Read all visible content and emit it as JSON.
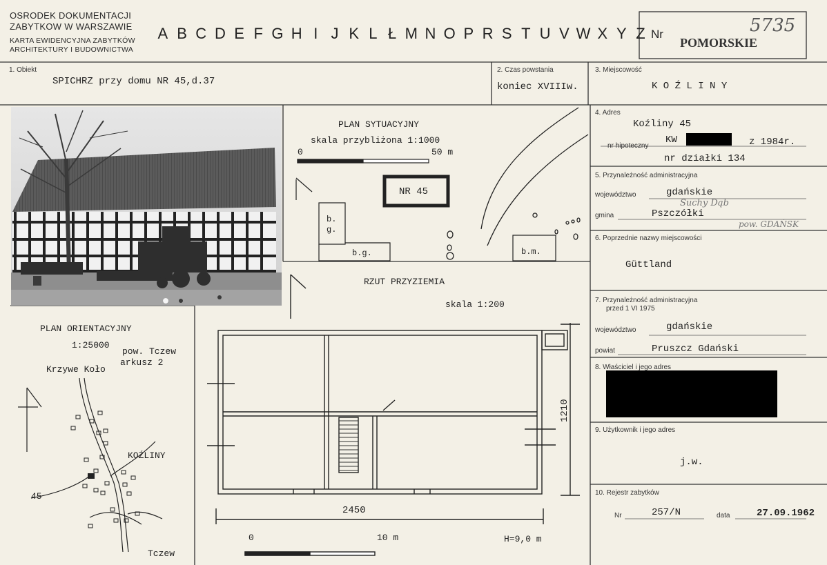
{
  "header": {
    "institution_line1": "OSRODEK DOKUMENTACJI",
    "institution_line2": "ZABYTKOW W WARSZAWIE",
    "card_line1": "KARTA EWIDENCYJNA ZABYTKÓW",
    "card_line2": "ARCHITEKTURY I BUDOWNICTWA",
    "letters": [
      "A",
      "B",
      "C",
      "D",
      "E",
      "F",
      "G",
      "H",
      "I",
      "J",
      "K",
      "L",
      "Ł",
      "M",
      "N",
      "O",
      "P",
      "R",
      "S",
      "T",
      "U",
      "V",
      "W",
      "X",
      "Y",
      "Z"
    ],
    "nr_label": "Nr",
    "region": "POMORSKIE",
    "card_number": "5735"
  },
  "obiekt": {
    "label": "1. Obiekt",
    "value": "SPICHRZ  przy domu  NR  45,d.37"
  },
  "czas": {
    "label": "2. Czas powstania",
    "value": "koniec XVIIIw."
  },
  "miejscowosc": {
    "label": "3. Miejscowość",
    "value": "K O Ź L I N Y"
  },
  "adres": {
    "label": "4. Adres",
    "value": "Koźliny 45",
    "hipoteka_label": "nr hipoteczny",
    "kw": "KW",
    "year": "z 1984r.",
    "dzialka": "nr działki 134"
  },
  "admin": {
    "label": "5. Przynależność administracyjna",
    "woj_label": "województwo",
    "woj_value": "gdańskie",
    "gmina_label": "gmina",
    "gmina_value": "Pszczółki",
    "hand_gmina": "Suchy Dąb",
    "hand_pow": "pow. GDAŃSK"
  },
  "poprzednie": {
    "label": "6. Poprzednie nazwy miejscowości",
    "value": "Güttland"
  },
  "admin1975": {
    "label1": "7. Przynależność administracyjna",
    "label2": "przed 1 VI 1975",
    "woj_label": "województwo",
    "woj_value": "gdańskie",
    "powiat_label": "powiat",
    "powiat_value": "Pruszcz  Gdański"
  },
  "wlasciciel": {
    "label": "8. Właściciel i jego adres"
  },
  "uzytkownik": {
    "label": "9. Użytkownik i jego adres",
    "value": "j.w."
  },
  "rejestr": {
    "label": "10. Rejestr zabytków",
    "nr_label": "Nr",
    "nr_value": "257/N",
    "data_label": "data",
    "data_value": "27.09.1962"
  },
  "plan_sytuacyjny": {
    "title": "PLAN SYTUACYJNY",
    "scale": "skala przybliżona 1:1000",
    "scale_zero": "0",
    "scale_end": "50 m",
    "house": "NR 45",
    "bg1_a": "b.",
    "bg1_b": "g.",
    "bg2": "b.g.",
    "bm": "b.m."
  },
  "rzut": {
    "title": "RZUT PRZYZIEMIA",
    "scale": "skala 1:200",
    "width_dim": "2450",
    "depth_dim": "1210",
    "scale_zero": "0",
    "scale_end": "10 m",
    "height": "H=9,0 m"
  },
  "plan_orientacyjny": {
    "title": "PLAN ORIENTACYJNY",
    "scale": "1:25000",
    "powiat": "pow. Tczew",
    "arkusz": "arkusz 2",
    "town1": "Krzywe Koło",
    "town2": "KOŹLINY",
    "town3": "Tczew",
    "number": "45"
  }
}
